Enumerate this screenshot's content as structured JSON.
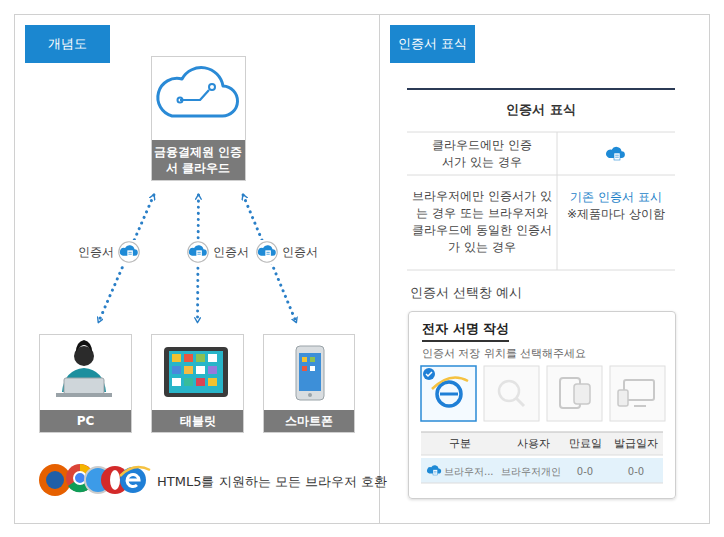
{
  "diagram": {
    "nodes": [
      {
        "text": [
          "개념도"
        ]
      },
      {
        "text": [
          "금융결제원 인증서 클라우드"
        ],
        "in": 0
      },
      {
        "text": [
          "PC"
        ],
        "in": 0
      },
      {
        "text": [
          "태블릿"
        ],
        "in": 0
      },
      {
        "text": [
          "스마트폰"
        ],
        "in": 0
      },
      {
        "text": [
          "인증서 표식"
        ]
      },
      {
        "text": [
          "전자 서명 작성",
          "인증서 저장 위치를 선택해주세요"
        ],
        "in": 5
      }
    ],
    "edges": [
      {
        "from": 1,
        "to": 2,
        "arrow": "both",
        "label": "인증서"
      },
      {
        "from": 1,
        "to": 3,
        "arrow": "both",
        "label": "인증서"
      },
      {
        "from": 1,
        "to": 4,
        "arrow": "both",
        "label": "인증서"
      }
    ],
    "labels": [
      "인증서 표식",
      "클라우드에만 인증서가 있는 경우",
      "브라우저에만 인증서가 있는 경우 또는 브라우저와 클라우드에 동일한 인증서가 있는 경우",
      "기존 인증서 표시",
      "※제품마다 상이함",
      "인증서 선택창 예시",
      "구분",
      "사용자",
      "만료일",
      "발급일자",
      "브라우저...",
      "브라우저개인",
      "0-0",
      "0-0",
      "HTML5를 지원하는 모든 브라우저 호환"
    ]
  }
}
